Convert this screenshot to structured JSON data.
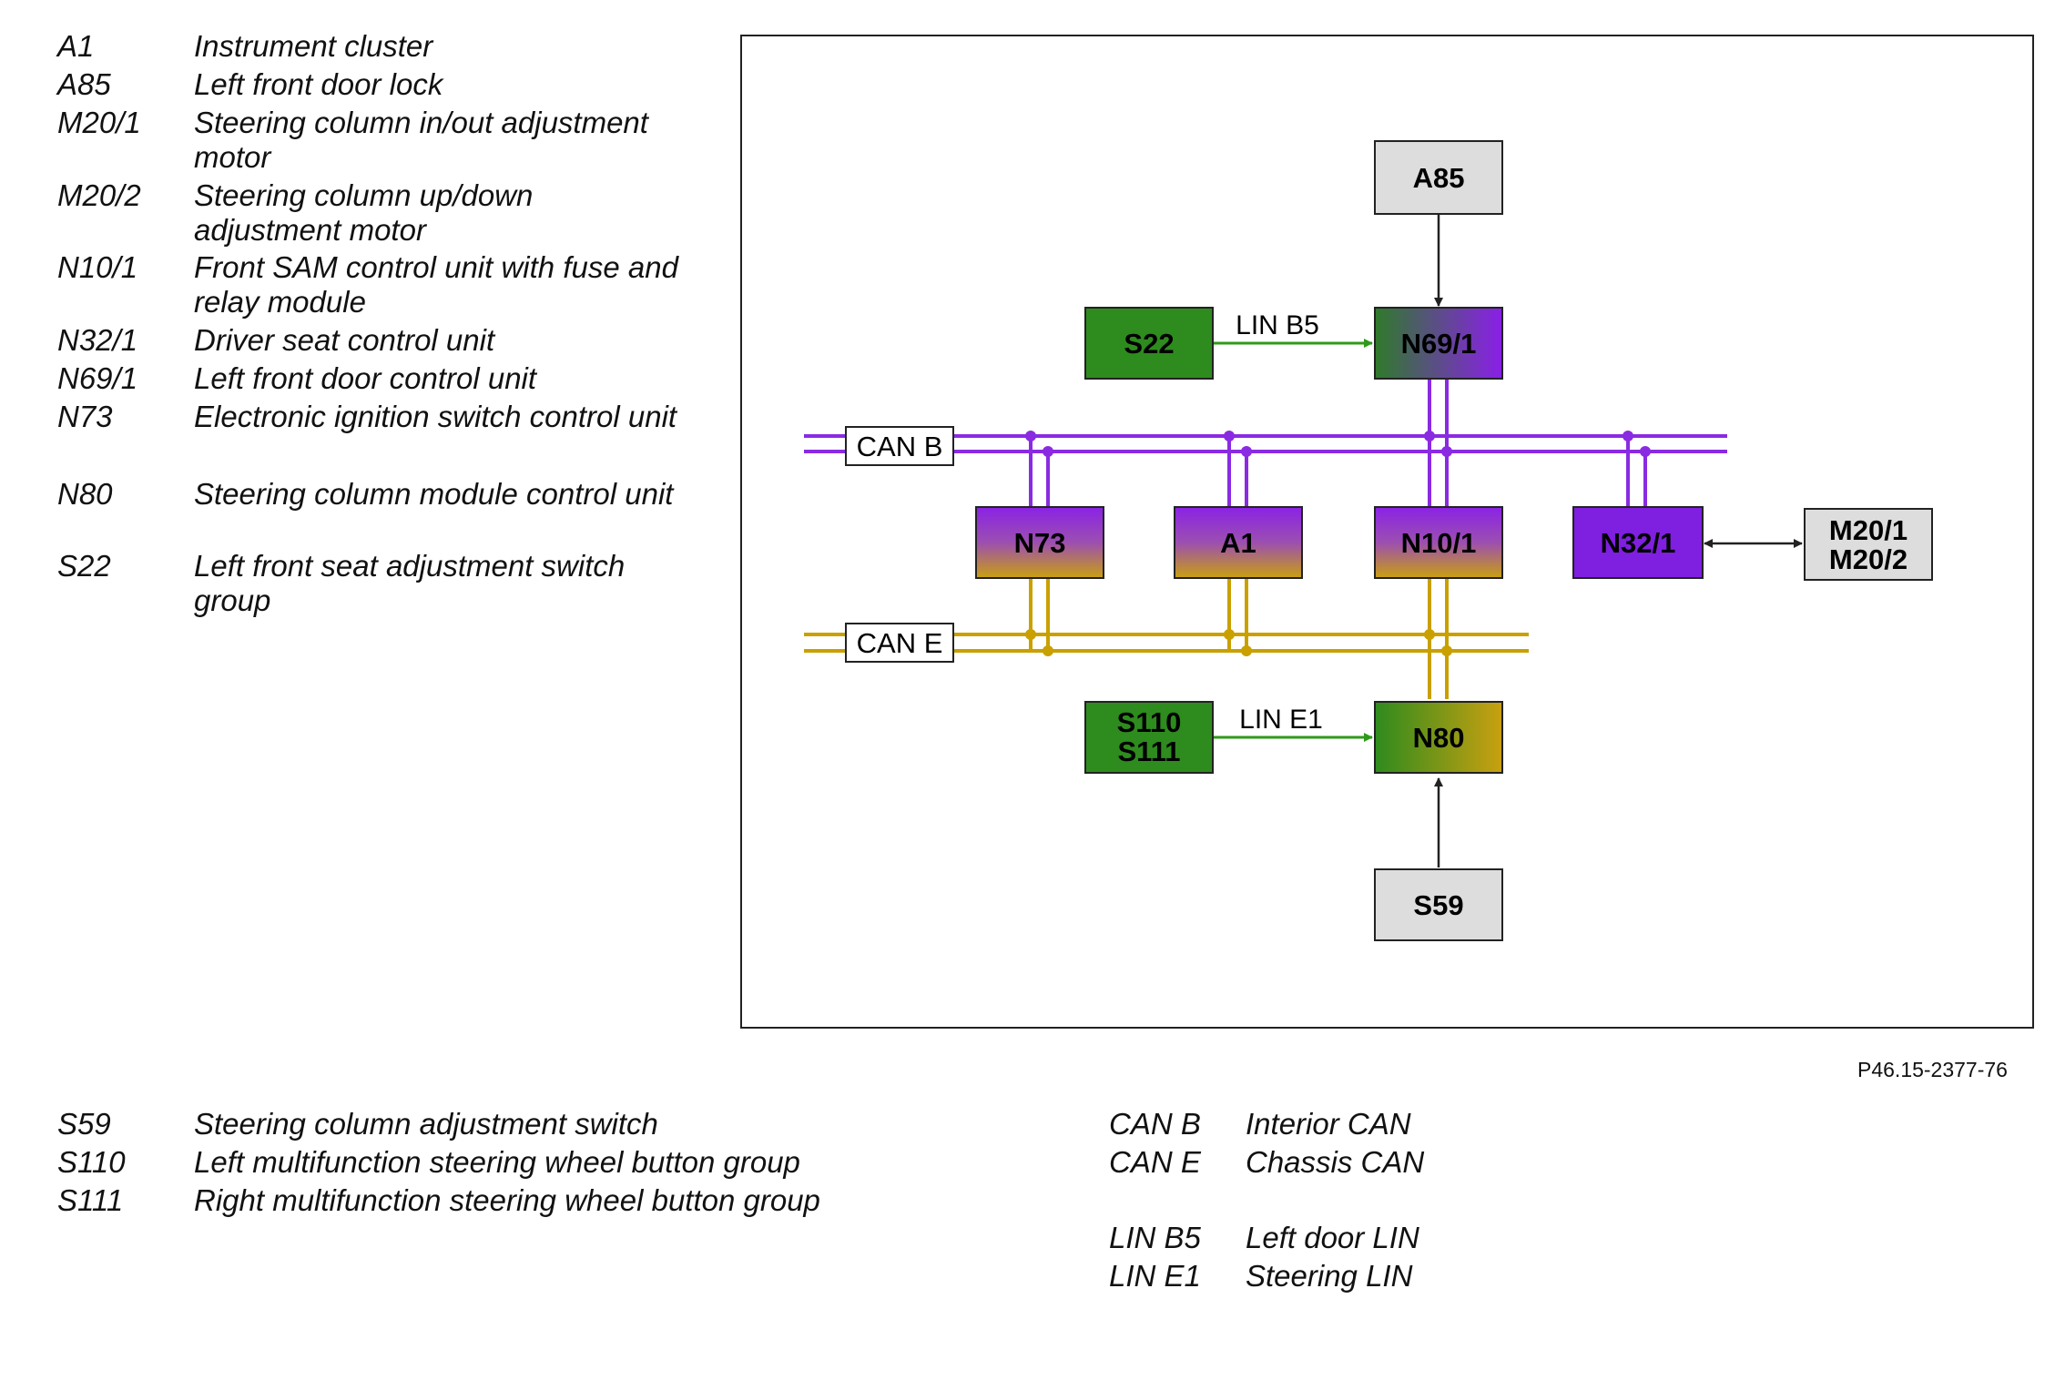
{
  "legend_top": [
    {
      "code": "A1",
      "desc": "Instrument cluster"
    },
    {
      "code": "A85",
      "desc": "Left front door lock"
    },
    {
      "code": "M20/1",
      "desc": "Steering column in/out adjustment motor"
    },
    {
      "code": "M20/2",
      "desc": "Steering column up/down adjustment motor"
    },
    {
      "code": "N10/1",
      "desc": "Front SAM control unit with fuse and relay module"
    },
    {
      "code": "N32/1",
      "desc": "Driver seat control unit"
    },
    {
      "code": "N69/1",
      "desc": "Left front door control unit"
    },
    {
      "code": "N73",
      "desc": "Electronic ignition switch control unit"
    },
    {
      "code": "N80",
      "desc": "Steering column module control unit"
    },
    {
      "code": "S22",
      "desc": "Left front seat adjustment switch group"
    }
  ],
  "legend_bottom": [
    {
      "code": "S59",
      "desc": "Steering column adjustment switch"
    },
    {
      "code": "S110",
      "desc": "Left multifunction steering wheel button group"
    },
    {
      "code": "S111",
      "desc": "Right multifunction steering wheel button group"
    }
  ],
  "legend_networks": [
    {
      "code": "CAN B",
      "desc": "Interior CAN"
    },
    {
      "code": "CAN E",
      "desc": "Chassis CAN"
    },
    {
      "code": "LIN B5",
      "desc": "Left door LIN"
    },
    {
      "code": "LIN E1",
      "desc": "Steering LIN"
    }
  ],
  "figure_ref": "P46.15-2377-76",
  "diagram": {
    "colors": {
      "can_b": "#8a2be2",
      "can_e": "#c9a000",
      "lin": "#2e9a1a",
      "green_unit": "#2e8b1e",
      "purple_unit": "#7f1fe0",
      "gold_unit": "#c8a010",
      "grey_unit": "#dddddd",
      "arrow": "#222222"
    },
    "buses": {
      "can_b": "CAN B",
      "can_e": "CAN E"
    },
    "nodes": {
      "A85": "A85",
      "S22": "S22",
      "N69_1": "N69/1",
      "N73": "N73",
      "A1": "A1",
      "N10_1": "N10/1",
      "N32_1": "N32/1",
      "M20": [
        "M20/1",
        "M20/2"
      ],
      "S110_S111": [
        "S110",
        "S111"
      ],
      "N80": "N80",
      "S59": "S59"
    },
    "links": {
      "lin_b5": "LIN B5",
      "lin_e1": "LIN E1"
    }
  }
}
